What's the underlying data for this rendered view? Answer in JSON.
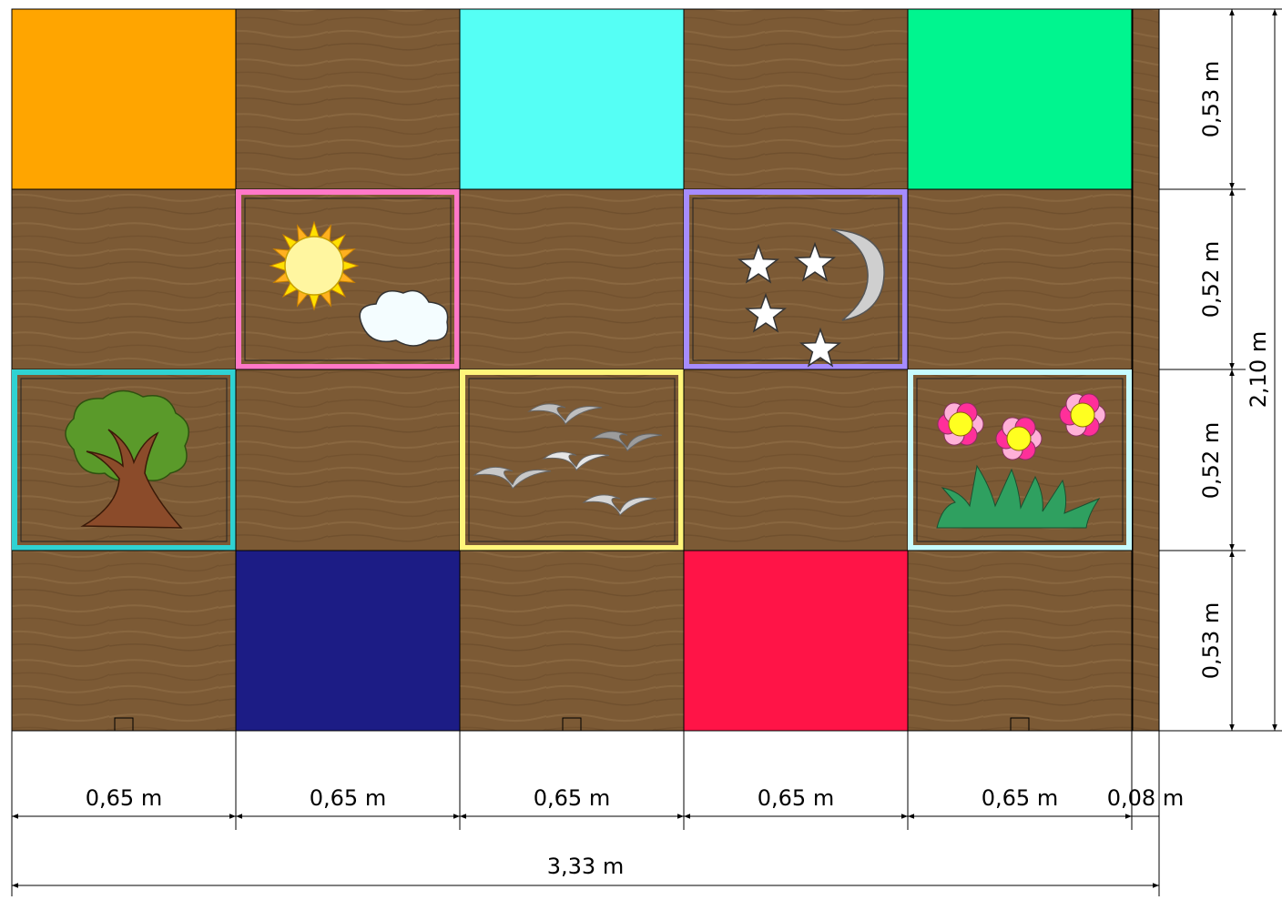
{
  "colors": {
    "wood": "#7c5a35",
    "orange": "#ffa500",
    "cyan": "#55fff5",
    "mint": "#00f58f",
    "navy": "#1c1c85",
    "red": "#ff1447",
    "frame_pink": "#ff78c8",
    "frame_violet": "#a68cff",
    "frame_teal": "#2fd2d2",
    "frame_yellow": "#fff57a",
    "frame_lightblue": "#c6fbff"
  },
  "cells": [
    {
      "row": 0,
      "col": 0,
      "kind": "color",
      "color": "#ffa500"
    },
    {
      "row": 0,
      "col": 1,
      "kind": "wood"
    },
    {
      "row": 0,
      "col": 2,
      "kind": "color",
      "color": "#55fff5"
    },
    {
      "row": 0,
      "col": 3,
      "kind": "wood"
    },
    {
      "row": 0,
      "col": 4,
      "kind": "color",
      "color": "#00f58f"
    },
    {
      "row": 1,
      "col": 0,
      "kind": "wood"
    },
    {
      "row": 1,
      "col": 1,
      "kind": "picture",
      "frame": "#ff78c8",
      "icon": "sun-cloud-icon"
    },
    {
      "row": 1,
      "col": 2,
      "kind": "wood"
    },
    {
      "row": 1,
      "col": 3,
      "kind": "picture",
      "frame": "#a68cff",
      "icon": "moon-stars-icon"
    },
    {
      "row": 1,
      "col": 4,
      "kind": "wood"
    },
    {
      "row": 2,
      "col": 0,
      "kind": "picture",
      "frame": "#2fd2d2",
      "icon": "tree-icon"
    },
    {
      "row": 2,
      "col": 1,
      "kind": "wood"
    },
    {
      "row": 2,
      "col": 2,
      "kind": "picture",
      "frame": "#fff57a",
      "icon": "birds-icon"
    },
    {
      "row": 2,
      "col": 3,
      "kind": "wood"
    },
    {
      "row": 2,
      "col": 4,
      "kind": "picture",
      "frame": "#c6fbff",
      "icon": "flowers-icon"
    },
    {
      "row": 3,
      "col": 0,
      "kind": "wood",
      "handle": true
    },
    {
      "row": 3,
      "col": 1,
      "kind": "color",
      "color": "#1c1c85"
    },
    {
      "row": 3,
      "col": 2,
      "kind": "wood",
      "handle": true
    },
    {
      "row": 3,
      "col": 3,
      "kind": "color",
      "color": "#ff1447"
    },
    {
      "row": 3,
      "col": 4,
      "kind": "wood",
      "handle": true
    }
  ],
  "dimensions": {
    "widths": [
      "0,65 m",
      "0,65 m",
      "0,65 m",
      "0,65 m",
      "0,65 m",
      "0,08 m"
    ],
    "total_width": "3,33 m",
    "heights": [
      "0,53 m",
      "0,52 m",
      "0,52 m",
      "0,53 m"
    ],
    "total_height": "2,10 m"
  }
}
